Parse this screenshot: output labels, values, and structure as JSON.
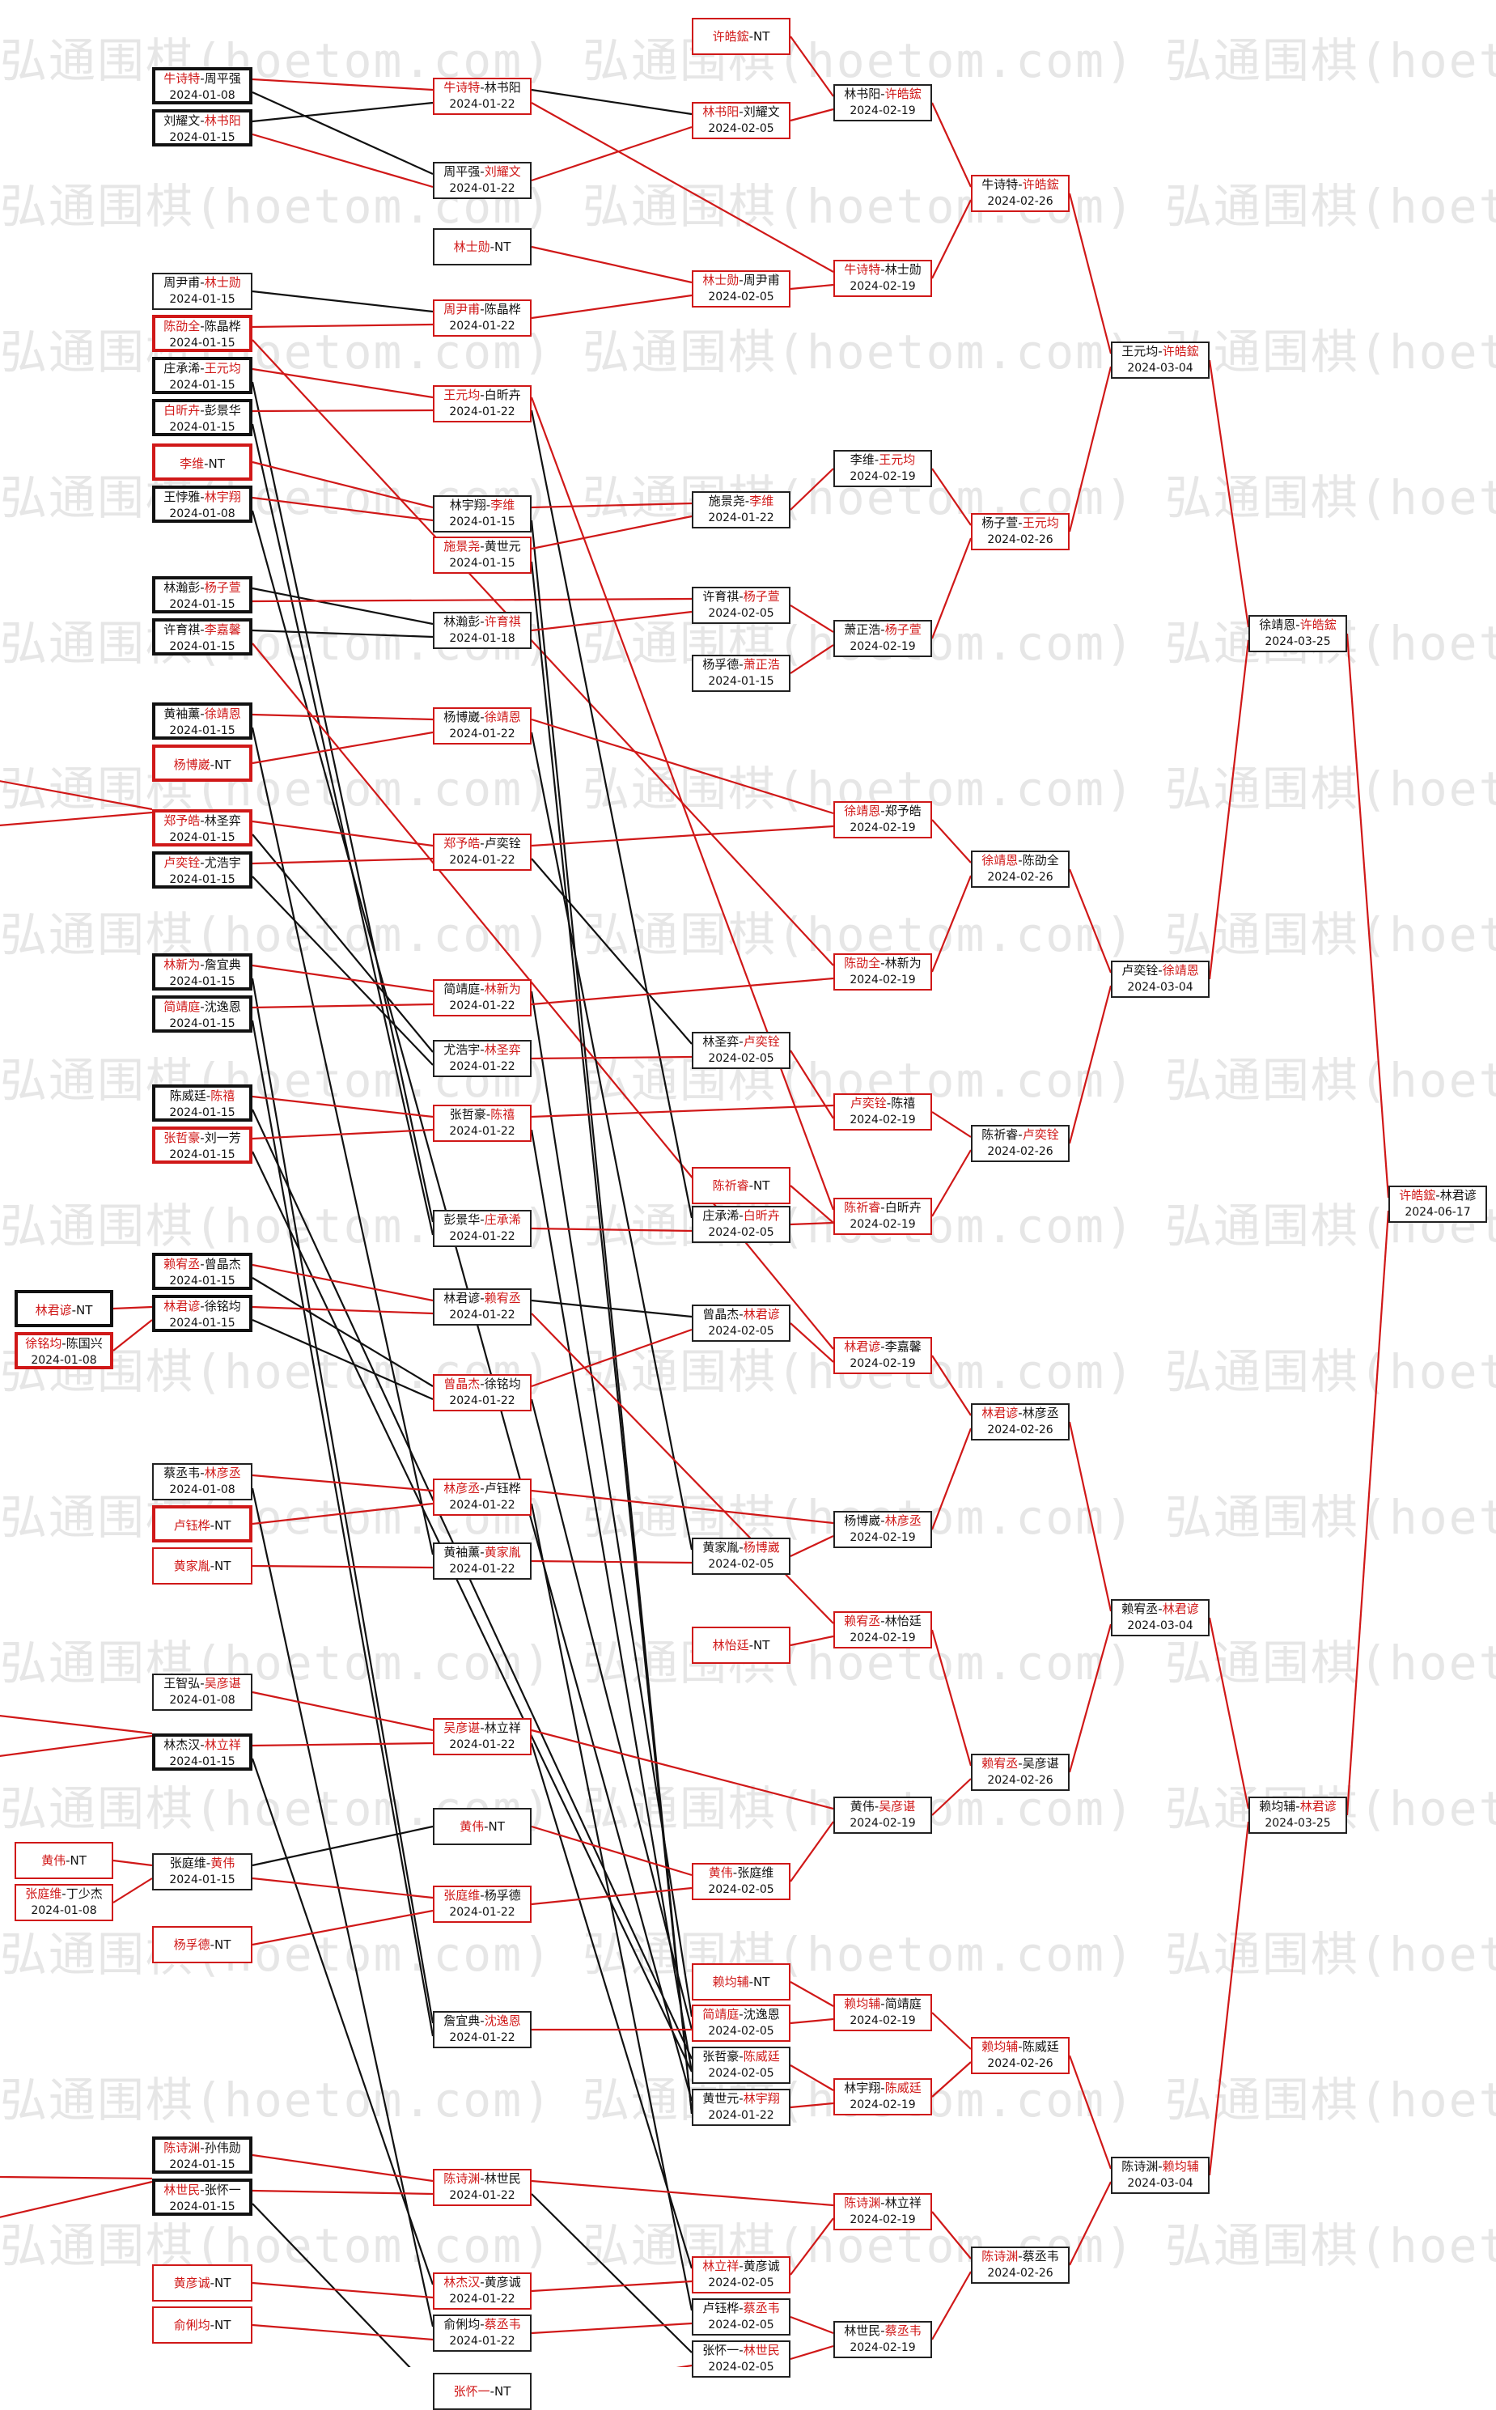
{
  "watermark": "弘通围棋(hoetom.com)",
  "colors": {
    "winner": "#d01818",
    "loser": "#111111",
    "red_line": "#d01818",
    "black_line": "#111111"
  },
  "matches": [
    {
      "id": "r2c0",
      "p1": "牛诗特",
      "p2": "周平强",
      "date": "2024-01-08",
      "win": 1,
      "thick": true
    },
    {
      "id": "r2c1",
      "p1": "刘耀文",
      "p2": "林书阳",
      "date": "2024-01-15",
      "win": 2,
      "thick": true
    },
    {
      "id": "r2c2",
      "p1": "周尹甫",
      "p2": "林士勋",
      "date": "2024-01-15",
      "win": 2
    },
    {
      "id": "r2c3",
      "p1": "陈劭全",
      "p2": "陈晶桦",
      "date": "2024-01-15",
      "win": 1,
      "thick": true,
      "red": true
    },
    {
      "id": "r2c4",
      "p1": "庄承浠",
      "p2": "王元均",
      "date": "2024-01-15",
      "win": 2,
      "thick": true
    },
    {
      "id": "r2c5",
      "p1": "白昕卉",
      "p2": "彭景华",
      "date": "2024-01-15",
      "win": 1,
      "thick": true
    },
    {
      "id": "r2c6",
      "p1": "李维",
      "p2": "NT",
      "date": "",
      "win": 1,
      "thick": true,
      "red": true
    },
    {
      "id": "r2c7",
      "p1": "王悖雅",
      "p2": "林宇翔",
      "date": "2024-01-08",
      "win": 2,
      "thick": true
    },
    {
      "id": "r2c8",
      "p1": "林瀚彭",
      "p2": "杨子萱",
      "date": "2024-01-15",
      "win": 2,
      "thick": true
    },
    {
      "id": "r2c9",
      "p1": "许育祺",
      "p2": "李嘉馨",
      "date": "2024-01-15",
      "win": 2,
      "thick": true
    },
    {
      "id": "r2c10",
      "p1": "黄袖薰",
      "p2": "徐靖恩",
      "date": "2024-01-15",
      "win": 2,
      "thick": true
    },
    {
      "id": "r2c11",
      "p1": "杨博崴",
      "p2": "NT",
      "date": "",
      "win": 1,
      "thick": true,
      "red": true
    },
    {
      "id": "r2c12",
      "p1": "郑予皓",
      "p2": "林圣弈",
      "date": "2024-01-15",
      "win": 1,
      "thick": true,
      "red": true
    },
    {
      "id": "r2c13",
      "p1": "卢奕铨",
      "p2": "尤浩宇",
      "date": "2024-01-15",
      "win": 1,
      "thick": true
    },
    {
      "id": "r2c14",
      "p1": "林新为",
      "p2": "詹宜典",
      "date": "2024-01-15",
      "win": 1,
      "thick": true
    },
    {
      "id": "r2c15",
      "p1": "简靖庭",
      "p2": "沈逸恩",
      "date": "2024-01-15",
      "win": 1,
      "thick": true
    },
    {
      "id": "r2c16",
      "p1": "陈威廷",
      "p2": "陈禧",
      "date": "2024-01-15",
      "win": 2,
      "thick": true
    },
    {
      "id": "r2c17",
      "p1": "张哲豪",
      "p2": "刘一芳",
      "date": "2024-01-15",
      "win": 1,
      "thick": true,
      "red": true
    },
    {
      "id": "r2c18",
      "p1": "赖宥丞",
      "p2": "曾晶杰",
      "date": "2024-01-15",
      "win": 1,
      "thick": true
    },
    {
      "id": "r2c19",
      "p1": "林君谚",
      "p2": "徐铭均",
      "date": "2024-01-15",
      "win": 1,
      "thick": true
    },
    {
      "id": "r2c20",
      "p1": "蔡丞韦",
      "p2": "林彦丞",
      "date": "2024-01-08",
      "win": 2
    },
    {
      "id": "r2c21",
      "p1": "卢钰桦",
      "p2": "NT",
      "date": "",
      "win": 1,
      "thick": true,
      "red": true
    },
    {
      "id": "r2c22",
      "p1": "黄家胤",
      "p2": "NT",
      "date": "",
      "win": 1,
      "red": true
    },
    {
      "id": "r2c23",
      "p1": "王智弘",
      "p2": "吴彦谌",
      "date": "2024-01-08",
      "win": 2
    },
    {
      "id": "r2c24",
      "p1": "林杰汉",
      "p2": "林立祥",
      "date": "2024-01-15",
      "win": 2,
      "thick": true
    },
    {
      "id": "r2c25",
      "p1": "张庭维",
      "p2": "黄伟",
      "date": "2024-01-15",
      "win": 2
    },
    {
      "id": "r2c26",
      "p1": "杨孚德",
      "p2": "NT",
      "date": "",
      "win": 1,
      "red": true
    },
    {
      "id": "r2c27",
      "p1": "陈诗渊",
      "p2": "孙伟勋",
      "date": "2024-01-15",
      "win": 1,
      "thick": true
    },
    {
      "id": "r2c28",
      "p1": "林世民",
      "p2": "张怀一",
      "date": "2024-01-15",
      "win": 1,
      "thick": true
    },
    {
      "id": "r2c29",
      "p1": "黄彦诚",
      "p2": "NT",
      "date": "",
      "win": 1,
      "red": true
    },
    {
      "id": "r2c30",
      "p1": "俞俐均",
      "p2": "NT",
      "date": "",
      "win": 1,
      "red": true
    },
    {
      "id": "r1c0",
      "p1": "林君谚",
      "p2": "NT",
      "date": "",
      "win": 1,
      "thick": true
    },
    {
      "id": "r1c1",
      "p1": "徐铭均",
      "p2": "陈国兴",
      "date": "2024-01-08",
      "win": 1,
      "thick": true,
      "red": true
    },
    {
      "id": "r1c2",
      "p1": "黄伟",
      "p2": "NT",
      "date": "",
      "win": 1,
      "red": true
    },
    {
      "id": "r1c3",
      "p1": "张庭维",
      "p2": "丁少杰",
      "date": "2024-01-08",
      "win": 1,
      "red": true
    },
    {
      "id": "r3c0",
      "p1": "牛诗特",
      "p2": "林书阳",
      "date": "2024-01-22",
      "win": 1,
      "red": true
    },
    {
      "id": "r3c1",
      "p1": "周平强",
      "p2": "刘耀文",
      "date": "2024-01-22",
      "win": 2
    },
    {
      "id": "r3c2",
      "p1": "林士勋",
      "p2": "NT",
      "date": "",
      "win": 1
    },
    {
      "id": "r3c3",
      "p1": "周尹甫",
      "p2": "陈晶桦",
      "date": "2024-01-22",
      "win": 1,
      "red": true
    },
    {
      "id": "r3c4",
      "p1": "王元均",
      "p2": "白昕卉",
      "date": "2024-01-22",
      "win": 1,
      "red": true
    },
    {
      "id": "r3c5",
      "p1": "林宇翔",
      "p2": "李维",
      "date": "2024-01-15",
      "win": 2
    },
    {
      "id": "r3c6",
      "p1": "施景尧",
      "p2": "黄世元",
      "date": "2024-01-15",
      "win": 1,
      "red": true
    },
    {
      "id": "r3c7",
      "p1": "林瀚彭",
      "p2": "许育祺",
      "date": "2024-01-18",
      "win": 2
    },
    {
      "id": "r3c8",
      "p1": "杨博崴",
      "p2": "徐靖恩",
      "date": "2024-01-22",
      "win": 2,
      "red": true
    },
    {
      "id": "r3c9",
      "p1": "郑予皓",
      "p2": "卢奕铨",
      "date": "2024-01-22",
      "win": 1,
      "red": true
    },
    {
      "id": "r3c10",
      "p1": "简靖庭",
      "p2": "林新为",
      "date": "2024-01-22",
      "win": 2,
      "red": true
    },
    {
      "id": "r3c11",
      "p1": "尤浩宇",
      "p2": "林圣弈",
      "date": "2024-01-22",
      "win": 2
    },
    {
      "id": "r3c12",
      "p1": "张哲豪",
      "p2": "陈禧",
      "date": "2024-01-22",
      "win": 2,
      "red": true
    },
    {
      "id": "r3c13",
      "p1": "彭景华",
      "p2": "庄承浠",
      "date": "2024-01-22",
      "win": 2
    },
    {
      "id": "r3c14",
      "p1": "林君谚",
      "p2": "赖宥丞",
      "date": "2024-01-22",
      "win": 2
    },
    {
      "id": "r3c15",
      "p1": "曾晶杰",
      "p2": "徐铭均",
      "date": "2024-01-22",
      "win": 1,
      "red": true
    },
    {
      "id": "r3c16",
      "p1": "林彦丞",
      "p2": "卢钰桦",
      "date": "2024-01-22",
      "win": 1,
      "red": true
    },
    {
      "id": "r3c17",
      "p1": "黄袖薰",
      "p2": "黄家胤",
      "date": "2024-01-22",
      "win": 2
    },
    {
      "id": "r3c18",
      "p1": "吴彦谌",
      "p2": "林立祥",
      "date": "2024-01-22",
      "win": 1,
      "red": true
    },
    {
      "id": "r3c19",
      "p1": "黄伟",
      "p2": "NT",
      "date": "",
      "win": 1
    },
    {
      "id": "r3c20",
      "p1": "张庭维",
      "p2": "杨孚德",
      "date": "2024-01-22",
      "win": 1,
      "red": true
    },
    {
      "id": "r3c21",
      "p1": "詹宜典",
      "p2": "沈逸恩",
      "date": "2024-01-22",
      "win": 2
    },
    {
      "id": "r3c22",
      "p1": "陈诗渊",
      "p2": "林世民",
      "date": "2024-01-22",
      "win": 1,
      "red": true
    },
    {
      "id": "r3c23",
      "p1": "林杰汉",
      "p2": "黄彦诚",
      "date": "2024-01-22",
      "win": 1,
      "red": true
    },
    {
      "id": "r3c24",
      "p1": "俞俐均",
      "p2": "蔡丞韦",
      "date": "2024-01-22",
      "win": 2
    },
    {
      "id": "r3c25",
      "p1": "张怀一",
      "p2": "NT",
      "date": "",
      "win": 1
    },
    {
      "id": "r4c0",
      "p1": "许皓鋐",
      "p2": "NT",
      "date": "",
      "win": 1,
      "red": true
    },
    {
      "id": "r4c1",
      "p1": "林书阳",
      "p2": "刘耀文",
      "date": "2024-02-05",
      "win": 1,
      "red": true
    },
    {
      "id": "r4c2",
      "p1": "林士勋",
      "p2": "周尹甫",
      "date": "2024-02-05",
      "win": 1,
      "red": true
    },
    {
      "id": "r4c3",
      "p1": "施景尧",
      "p2": "李维",
      "date": "2024-01-22",
      "win": 2
    },
    {
      "id": "r4c4",
      "p1": "许育祺",
      "p2": "杨子萱",
      "date": "2024-02-05",
      "win": 2
    },
    {
      "id": "r4c5",
      "p1": "杨孚德",
      "p2": "萧正浩",
      "date": "2024-01-15",
      "win": 2
    },
    {
      "id": "r4c6",
      "p1": "林圣弈",
      "p2": "卢奕铨",
      "date": "2024-02-05",
      "win": 2
    },
    {
      "id": "r4c7",
      "p1": "陈祈睿",
      "p2": "NT",
      "date": "",
      "win": 1,
      "red": true
    },
    {
      "id": "r4c8",
      "p1": "庄承浠",
      "p2": "白昕卉",
      "date": "2024-02-05",
      "win": 2
    },
    {
      "id": "r4c9",
      "p1": "曾晶杰",
      "p2": "林君谚",
      "date": "2024-02-05",
      "win": 2
    },
    {
      "id": "r4c10",
      "p1": "黄家胤",
      "p2": "杨博崴",
      "date": "2024-02-05",
      "win": 2
    },
    {
      "id": "r4c11",
      "p1": "林怡廷",
      "p2": "NT",
      "date": "",
      "win": 1,
      "red": true
    },
    {
      "id": "r4c12",
      "p1": "黄伟",
      "p2": "张庭维",
      "date": "2024-02-05",
      "win": 1,
      "red": true
    },
    {
      "id": "r4c13",
      "p1": "赖均辅",
      "p2": "NT",
      "date": "",
      "win": 1,
      "red": true
    },
    {
      "id": "r4c14",
      "p1": "简靖庭",
      "p2": "沈逸恩",
      "date": "2024-02-05",
      "win": 1,
      "red": true
    },
    {
      "id": "r4c15",
      "p1": "张哲豪",
      "p2": "陈威廷",
      "date": "2024-02-05",
      "win": 2
    },
    {
      "id": "r4c16",
      "p1": "黄世元",
      "p2": "林宇翔",
      "date": "2024-01-22",
      "win": 2
    },
    {
      "id": "r4c17",
      "p1": "林立祥",
      "p2": "黄彦诚",
      "date": "2024-02-05",
      "win": 1,
      "red": true
    },
    {
      "id": "r4c18",
      "p1": "卢钰桦",
      "p2": "蔡丞韦",
      "date": "2024-02-05",
      "win": 2
    },
    {
      "id": "r4c19",
      "p1": "张怀一",
      "p2": "林世民",
      "date": "2024-02-05",
      "win": 2
    },
    {
      "id": "r5c0",
      "p1": "林书阳",
      "p2": "许皓鋐",
      "date": "2024-02-19",
      "win": 2
    },
    {
      "id": "r5c1",
      "p1": "牛诗特",
      "p2": "林士勋",
      "date": "2024-02-19",
      "win": 1,
      "red": true
    },
    {
      "id": "r5c2",
      "p1": "李维",
      "p2": "王元均",
      "date": "2024-02-19",
      "win": 2
    },
    {
      "id": "r5c3",
      "p1": "萧正浩",
      "p2": "杨子萱",
      "date": "2024-02-19",
      "win": 2
    },
    {
      "id": "r5c4",
      "p1": "徐靖恩",
      "p2": "郑予皓",
      "date": "2024-02-19",
      "win": 1,
      "red": true
    },
    {
      "id": "r5c5",
      "p1": "陈劭全",
      "p2": "林新为",
      "date": "2024-02-19",
      "win": 1,
      "red": true
    },
    {
      "id": "r5c6",
      "p1": "卢奕铨",
      "p2": "陈禧",
      "date": "2024-02-19",
      "win": 1,
      "red": true
    },
    {
      "id": "r5c7",
      "p1": "陈祈睿",
      "p2": "白昕卉",
      "date": "2024-02-19",
      "win": 1,
      "red": true
    },
    {
      "id": "r5c8",
      "p1": "林君谚",
      "p2": "李嘉馨",
      "date": "2024-02-19",
      "win": 1,
      "red": true
    },
    {
      "id": "r5c9",
      "p1": "杨博崴",
      "p2": "林彦丞",
      "date": "2024-02-19",
      "win": 2
    },
    {
      "id": "r5c10",
      "p1": "赖宥丞",
      "p2": "林怡廷",
      "date": "2024-02-19",
      "win": 1,
      "red": true
    },
    {
      "id": "r5c11",
      "p1": "黄伟",
      "p2": "吴彦谌",
      "date": "2024-02-19",
      "win": 2
    },
    {
      "id": "r5c12",
      "p1": "赖均辅",
      "p2": "简靖庭",
      "date": "2024-02-19",
      "win": 1,
      "red": true
    },
    {
      "id": "r5c13",
      "p1": "林宇翔",
      "p2": "陈威廷",
      "date": "2024-02-19",
      "win": 2,
      "red": true
    },
    {
      "id": "r5c14",
      "p1": "陈诗渊",
      "p2": "林立祥",
      "date": "2024-02-19",
      "win": 1,
      "red": true
    },
    {
      "id": "r5c15",
      "p1": "林世民",
      "p2": "蔡丞韦",
      "date": "2024-02-19",
      "win": 2
    },
    {
      "id": "r6c0",
      "p1": "牛诗特",
      "p2": "许皓鋐",
      "date": "2024-02-26",
      "win": 2,
      "red": true
    },
    {
      "id": "r6c1",
      "p1": "杨子萱",
      "p2": "王元均",
      "date": "2024-02-26",
      "win": 2,
      "red": true
    },
    {
      "id": "r6c2",
      "p1": "徐靖恩",
      "p2": "陈劭全",
      "date": "2024-02-26",
      "win": 1
    },
    {
      "id": "r6c3",
      "p1": "陈祈睿",
      "p2": "卢奕铨",
      "date": "2024-02-26",
      "win": 2
    },
    {
      "id": "r6c4",
      "p1": "林君谚",
      "p2": "林彦丞",
      "date": "2024-02-26",
      "win": 1
    },
    {
      "id": "r6c5",
      "p1": "赖宥丞",
      "p2": "吴彦谌",
      "date": "2024-02-26",
      "win": 1
    },
    {
      "id": "r6c6",
      "p1": "赖均辅",
      "p2": "陈威廷",
      "date": "2024-02-26",
      "win": 1,
      "red": true
    },
    {
      "id": "r6c7",
      "p1": "陈诗渊",
      "p2": "蔡丞韦",
      "date": "2024-02-26",
      "win": 1
    },
    {
      "id": "r7c0",
      "p1": "王元均",
      "p2": "许皓鋐",
      "date": "2024-03-04",
      "win": 2
    },
    {
      "id": "r7c1",
      "p1": "卢奕铨",
      "p2": "徐靖恩",
      "date": "2024-03-04",
      "win": 2
    },
    {
      "id": "r7c2",
      "p1": "赖宥丞",
      "p2": "林君谚",
      "date": "2024-03-04",
      "win": 2
    },
    {
      "id": "r7c3",
      "p1": "陈诗渊",
      "p2": "赖均辅",
      "date": "2024-03-04",
      "win": 2
    },
    {
      "id": "r8c0",
      "p1": "徐靖恩",
      "p2": "许皓鋐",
      "date": "2024-03-25",
      "win": 2
    },
    {
      "id": "r8c1",
      "p1": "赖均辅",
      "p2": "林君谚",
      "date": "2024-03-25",
      "win": 2
    },
    {
      "id": "final",
      "p1": "许皓鋐",
      "p2": "林君谚",
      "date": "2024-06-17",
      "win": 1
    }
  ]
}
